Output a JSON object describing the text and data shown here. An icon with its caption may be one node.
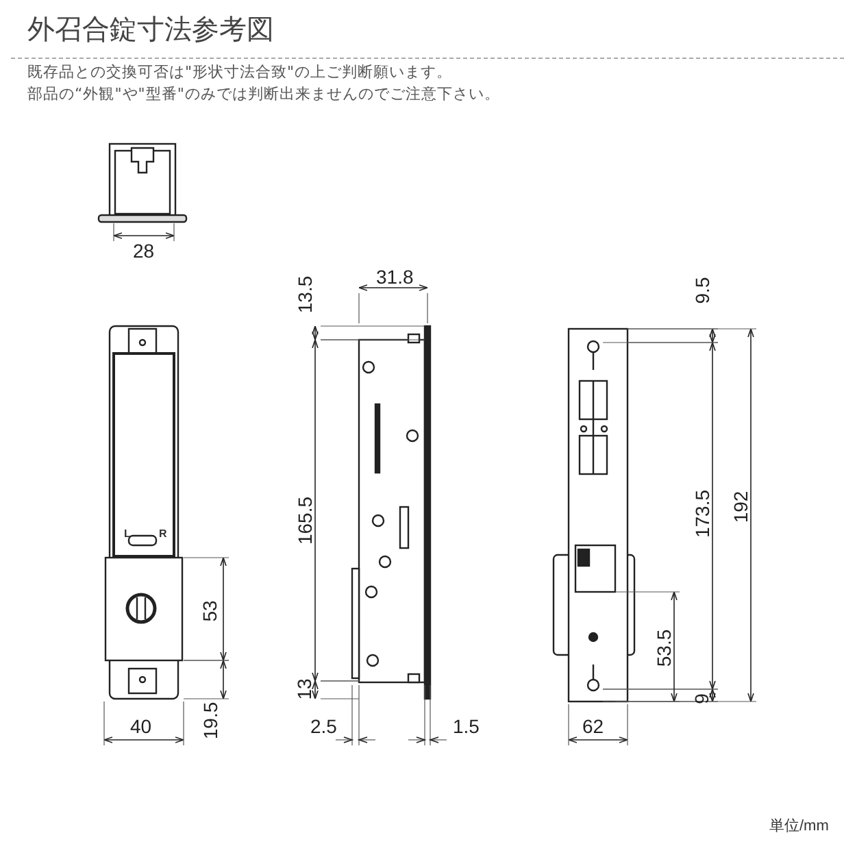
{
  "diagram": {
    "title": "外召合錠寸法参考図",
    "labels": [
      "既存品との交換可否は\"形状寸法合致\"の上ご判断願います。",
      "部品の“外観\"や\"型番\"のみでは判断出来ませんのでご注意下さい。",
      "28",
      "13.5",
      "31.8",
      "9.5",
      "165.5",
      "173.5",
      "192",
      "L",
      "R",
      "53",
      "53.5",
      "13",
      "9",
      "40",
      "19.5",
      "2.5",
      "1.5",
      "62",
      "単位/mm"
    ]
  }
}
